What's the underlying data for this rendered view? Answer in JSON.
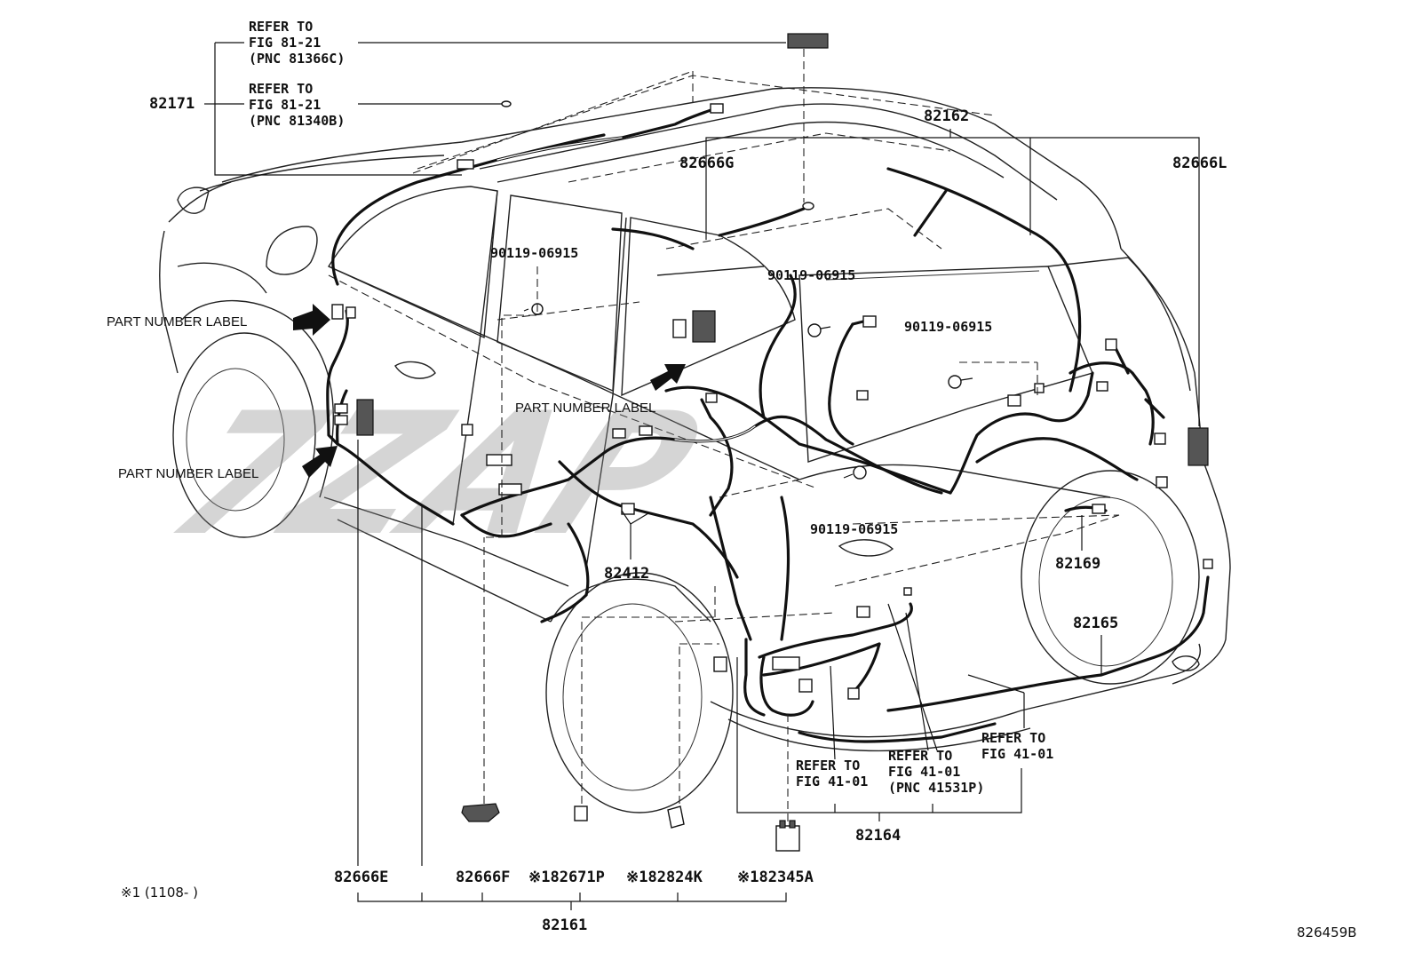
{
  "diagram": {
    "id": "826459B",
    "footnote": "※1 (1108-    )",
    "part_numbers": {
      "p82171": "82171",
      "p82162": "82162",
      "p82666G": "82666G",
      "p82666L": "82666L",
      "p82412": "82412",
      "p82169": "82169",
      "p82165": "82165",
      "p82164": "82164",
      "p82666E": "82666E",
      "p82666F": "82666F",
      "p82671P": "※182671P",
      "p82824K": "※182824K",
      "p82345A": "※182345A",
      "p82161": "82161"
    },
    "bolts": {
      "b1": "90119-06915",
      "b2": "90119-06915",
      "b3": "90119-06915",
      "b4": "90119-06915"
    },
    "part_number_label": {
      "a": "PART NUMBER LABEL",
      "b": "PART NUMBER LABEL",
      "c": "PART NUMBER LABEL"
    },
    "references": {
      "r1": [
        "REFER TO",
        "FIG 81-21",
        "(PNC 81366C)"
      ],
      "r2": [
        "REFER TO",
        "FIG 81-21",
        "(PNC 81340B)"
      ],
      "r3": [
        "REFER TO",
        "FIG 41-01"
      ],
      "r4": [
        "REFER TO",
        "FIG 41-01",
        "(PNC 41531P)"
      ],
      "r5": [
        "REFER TO",
        "FIG 41-01"
      ]
    },
    "watermark": "7ZAP"
  }
}
